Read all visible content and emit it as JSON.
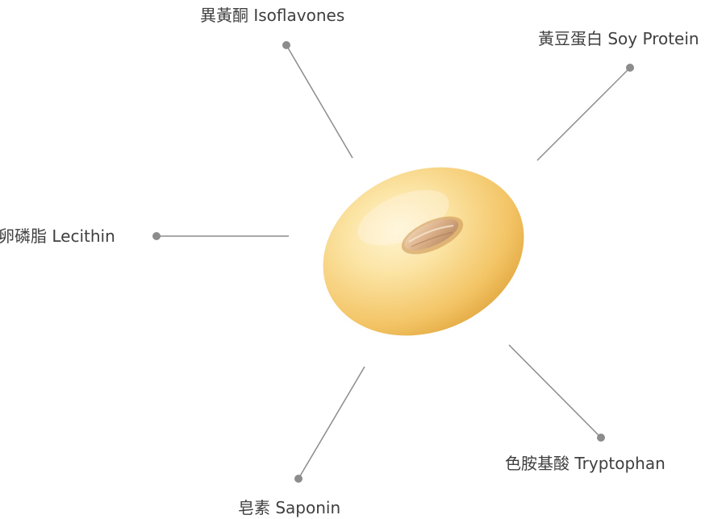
{
  "diagram": {
    "center_image": "soybean",
    "colors": {
      "label_text": "#3f3f3f",
      "leader_line": "#8c8c8c",
      "leader_dot": "#8c8c8c"
    },
    "labels": {
      "isoflavones": "異黃酮 Isoflavones",
      "soy_protein": "黃豆蛋白 Soy Protein",
      "lecithin": "卵磷脂 Lecithin",
      "tryptophan": "色胺基酸 Tryptophan",
      "saponin": "皂素 Saponin"
    }
  }
}
